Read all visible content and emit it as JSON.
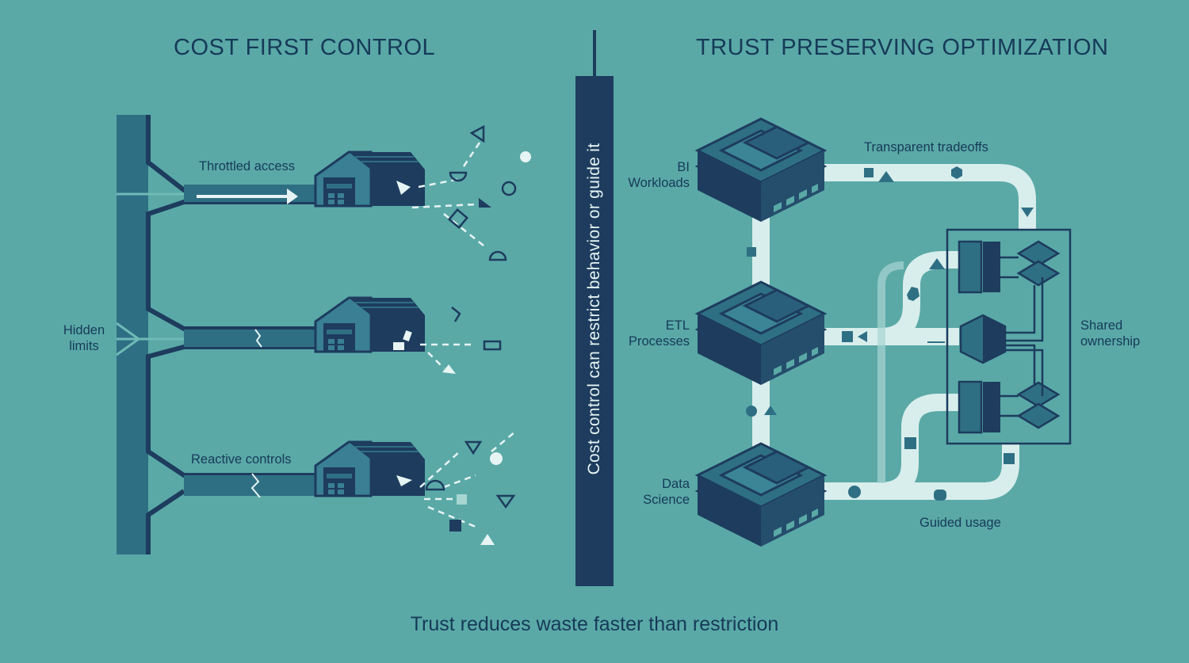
{
  "left_panel": {
    "title": "COST FIRST CONTROL",
    "labels": {
      "throttled_access": "Throttled access",
      "hidden_limits": "Hidden\nlimits",
      "reactive_controls": "Reactive controls"
    }
  },
  "divider": {
    "text": "Cost control can restrict behavior or guide it"
  },
  "right_panel": {
    "title": "TRUST PRESERVING OPTIMIZATION",
    "labels": {
      "bi_workloads": "BI\nWorkloads",
      "etl_processes": "ETL\nProcesses",
      "data_science": "Data\nScience",
      "transparent_tradeoffs": "Transparent tradeoffs",
      "shared_ownership": "Shared\nownership",
      "guided_usage": "Guided usage"
    }
  },
  "footer": {
    "caption": "Trust reduces waste faster than restriction"
  },
  "colors": {
    "background": "#5aa9a7",
    "navy": "#1d3c5e",
    "teal_dark": "#2f6f84",
    "light_path": "#d8eeec",
    "text": "#163a58"
  }
}
